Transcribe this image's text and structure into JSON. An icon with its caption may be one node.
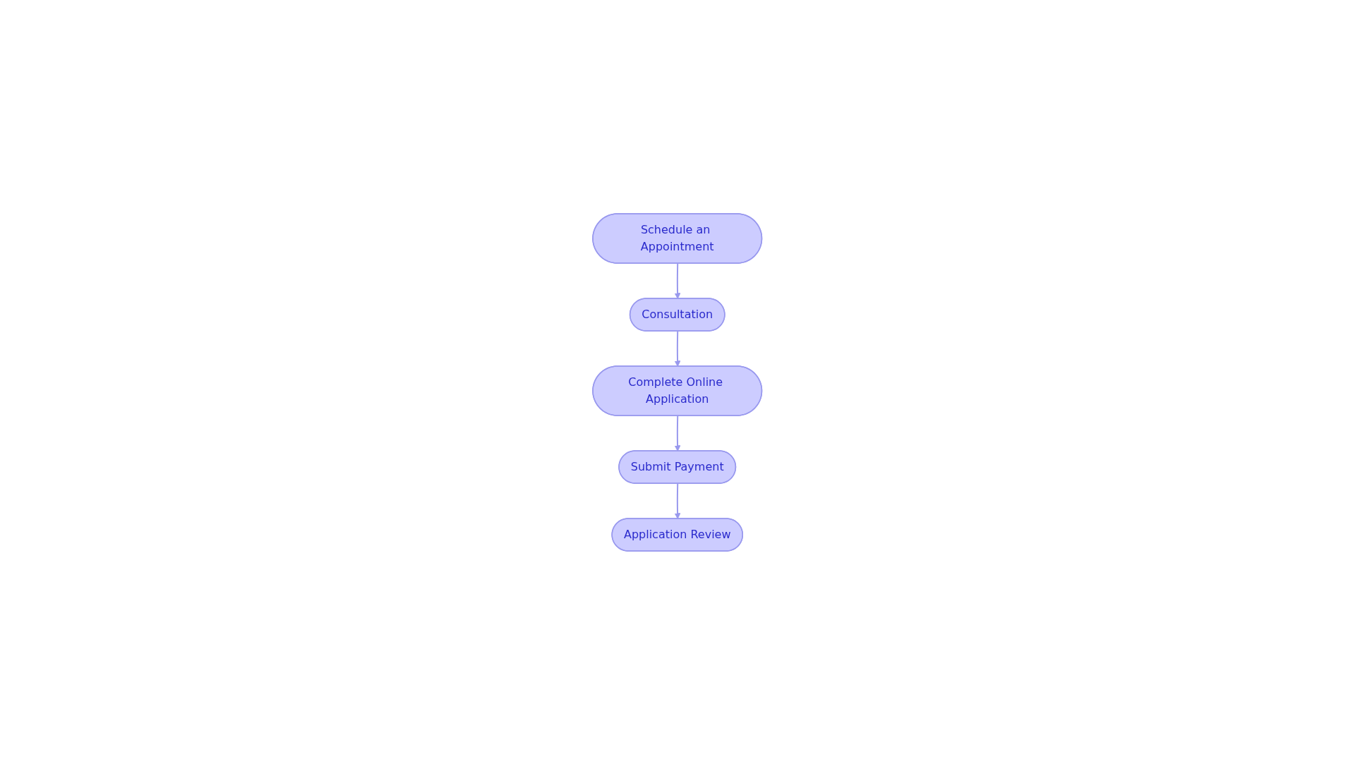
{
  "diagram": {
    "nodes": [
      {
        "text": [
          "Schedule an Appointment"
        ]
      },
      {
        "text": [
          "Consultation"
        ]
      },
      {
        "text": [
          "Complete Online Application"
        ]
      },
      {
        "text": [
          "Submit Payment"
        ]
      },
      {
        "text": [
          "Application Review"
        ]
      }
    ],
    "edges": [
      {
        "from": 0,
        "to": 1,
        "arrow": "to"
      },
      {
        "from": 1,
        "to": 2,
        "arrow": "to"
      },
      {
        "from": 2,
        "to": 3,
        "arrow": "to"
      },
      {
        "from": 3,
        "to": 4,
        "arrow": "to"
      }
    ]
  }
}
